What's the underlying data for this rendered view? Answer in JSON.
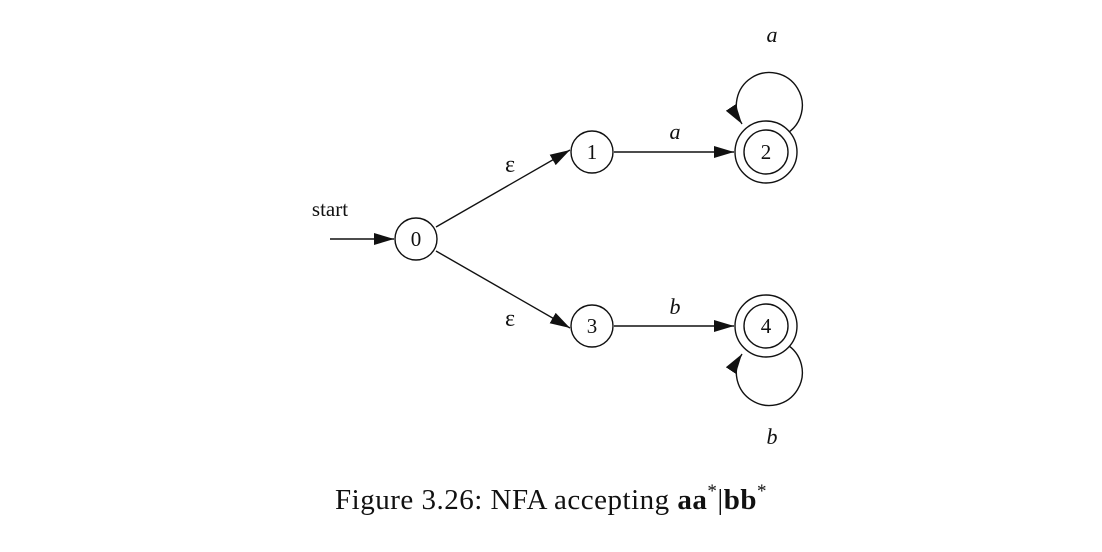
{
  "diagram": {
    "start_label": "start",
    "states": [
      {
        "id": "s0",
        "label": "0",
        "accepting": false
      },
      {
        "id": "s1",
        "label": "1",
        "accepting": false
      },
      {
        "id": "s2",
        "label": "2",
        "accepting": true
      },
      {
        "id": "s3",
        "label": "3",
        "accepting": false
      },
      {
        "id": "s4",
        "label": "4",
        "accepting": true
      }
    ],
    "transitions": [
      {
        "from": "0",
        "to": "1",
        "label": "ε"
      },
      {
        "from": "0",
        "to": "3",
        "label": "ε"
      },
      {
        "from": "1",
        "to": "2",
        "label": "a"
      },
      {
        "from": "2",
        "to": "2",
        "label": "a"
      },
      {
        "from": "3",
        "to": "4",
        "label": "b"
      },
      {
        "from": "4",
        "to": "4",
        "label": "b"
      }
    ]
  },
  "caption": {
    "prefix": "Figure 3.26: NFA accepting ",
    "part1": "aa",
    "star1": "*",
    "bar": "|",
    "part2": "bb",
    "star2": "*"
  }
}
